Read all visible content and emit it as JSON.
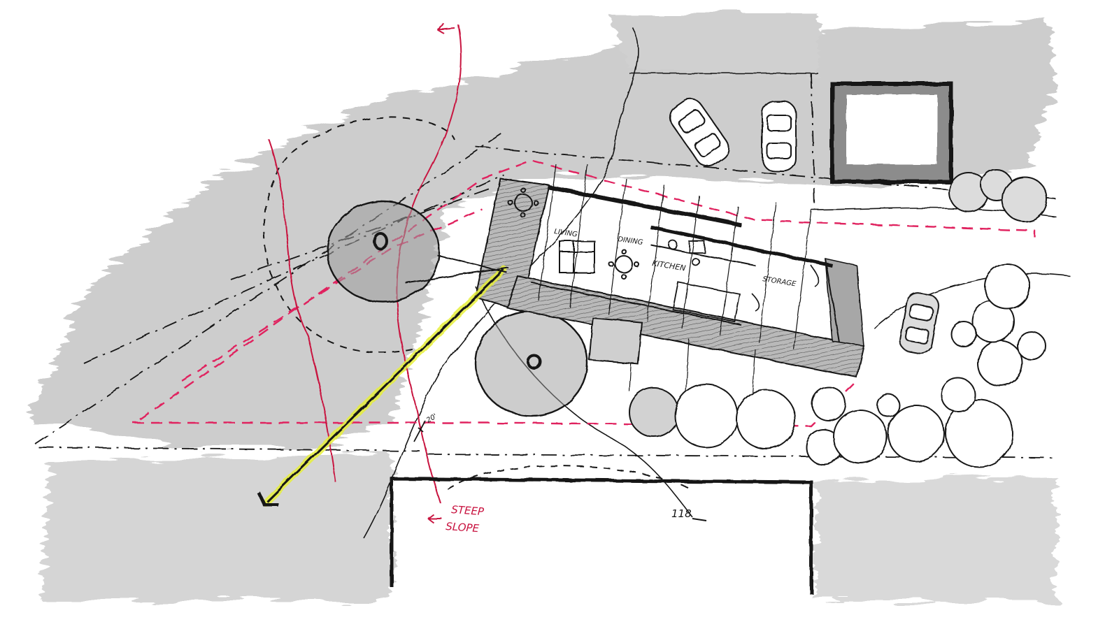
{
  "labels": {
    "living": "LIVING",
    "dining": "DINING",
    "kitchen": "KITCHEN",
    "storage": "STORAGE",
    "steep": "STEEP",
    "slope": "SLOPE",
    "contour_118": "118",
    "contour_20": "20'"
  },
  "colors": {
    "ink": "#141414",
    "redline": "#e0245e",
    "highlight": "#e6ee3a",
    "marker_gray": "#9a9a9a",
    "dark_gray": "#6e6e6e",
    "paper": "#ffffff"
  },
  "icons": [
    "car-icon",
    "tree-icon",
    "table-icon",
    "sofa-icon",
    "arrow-icon"
  ]
}
